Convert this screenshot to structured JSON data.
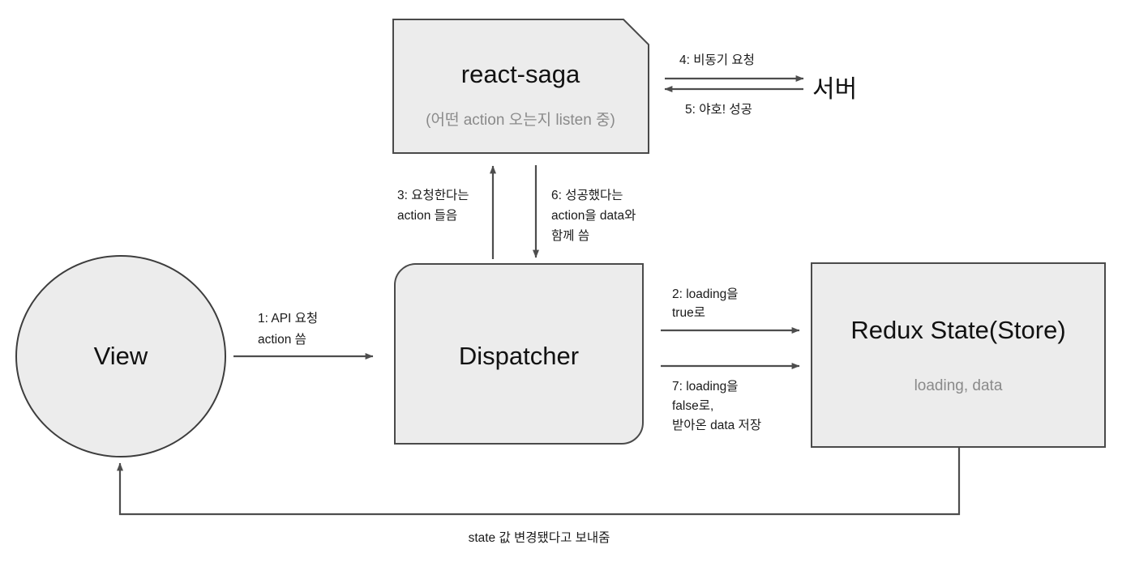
{
  "diagram": {
    "title": "react-saga redux data flow",
    "background": "#ffffff",
    "node_fill": "#ececec",
    "node_stroke": "#4d4d4d",
    "edge_color": "#4d4d4d",
    "text_color": "#1a1a1a",
    "muted_text_color": "#8a8a8a"
  },
  "nodes": {
    "view": {
      "label": "View"
    },
    "dispatcher": {
      "label": "Dispatcher"
    },
    "react_saga": {
      "label": "react-saga",
      "sublabel": "(어떤 action 오는지 listen 중)"
    },
    "redux_store": {
      "label": "Redux State(Store)",
      "sublabel": "loading, data"
    },
    "server": {
      "label": "서버"
    }
  },
  "edges": {
    "view_to_dispatcher": {
      "label_line1": "1: API 요청",
      "label_line2": "action 씀"
    },
    "dispatcher_to_store_loading_true": {
      "label_line1": "2: loading을",
      "label_line2": "true로"
    },
    "dispatcher_to_saga": {
      "label_line1": "3: 요청한다는",
      "label_line2": "action 들음"
    },
    "saga_to_server": {
      "label": "4: 비동기 요청"
    },
    "server_to_saga": {
      "label": "5: 야호! 성공"
    },
    "saga_to_dispatcher": {
      "label_line1": "6: 성공했다는",
      "label_line2": "action을 data와",
      "label_line3": "함께 씀"
    },
    "dispatcher_to_store_loading_false": {
      "label_line1": "7: loading을",
      "label_line2": "false로,",
      "label_line3": "받아온 data 저장"
    },
    "store_to_view": {
      "label": "state 값 변경됐다고 보내줌"
    }
  }
}
